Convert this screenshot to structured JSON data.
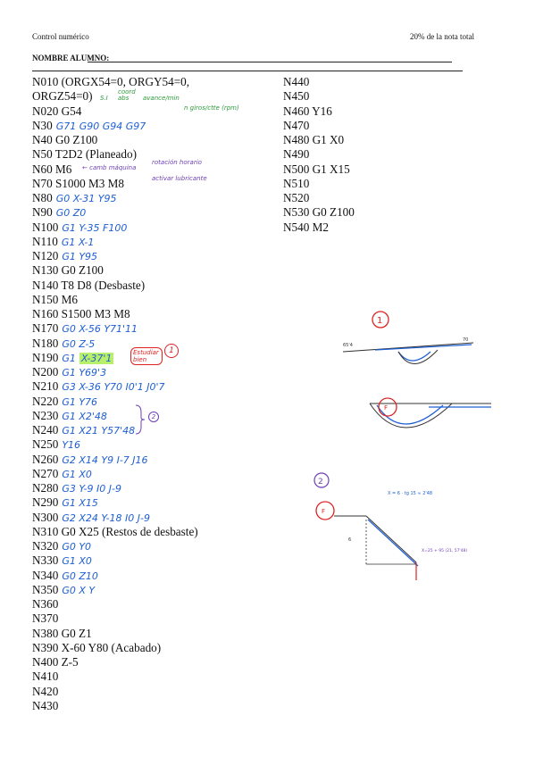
{
  "header": {
    "left": "Control numérico",
    "right": "20% de la nota total",
    "name_label": "NOMBRE ALUMNO:"
  },
  "program_left": [
    {
      "code": "N010 (ORGX54=0, ORGY54=0,",
      "hw": ""
    },
    {
      "code": "ORGZ54=0)",
      "hw": ""
    },
    {
      "code": "N020 G54",
      "hw": ""
    },
    {
      "code": "N30",
      "hw": "G71  G90  G94  G97"
    },
    {
      "code": "N40 G0 Z100",
      "hw": ""
    },
    {
      "code": "N50 T2D2 (Planeado)",
      "hw": ""
    },
    {
      "code": "N60 M6",
      "hw": ""
    },
    {
      "code": "N70 S1000 M3 M8",
      "hw": ""
    },
    {
      "code": "N80",
      "hw": "G0  X-31  Y95"
    },
    {
      "code": "N90",
      "hw": "G0  Z0"
    },
    {
      "code": "N100",
      "hw": "G1  Y-35    F100"
    },
    {
      "code": "N110",
      "hw": "G1  X-1"
    },
    {
      "code": "N120",
      "hw": "G1  Y95"
    },
    {
      "code": "N130 G0 Z100",
      "hw": ""
    },
    {
      "code": "N140 T8 D8 (Desbaste)",
      "hw": ""
    },
    {
      "code": "N150 M6",
      "hw": ""
    },
    {
      "code": "N160 S1500 M3 M8",
      "hw": ""
    },
    {
      "code": "N170",
      "hw": "G0  X-56  Y71'11"
    },
    {
      "code": "N180",
      "hw": "G0  Z-5"
    },
    {
      "code": "N190",
      "hw": "G1",
      "hl": "X-37'1"
    },
    {
      "code": "N200",
      "hw": "G1  Y69'3"
    },
    {
      "code": "N210",
      "hw": "G3  X-36  Y70  I0'1  J0'7"
    },
    {
      "code": "N220",
      "hw": "G1  Y76"
    },
    {
      "code": "N230",
      "hw": "G1  X2'48"
    },
    {
      "code": "N240",
      "hw": "G1  X21  Y57'48"
    },
    {
      "code": "N250",
      "hw": "Y16"
    },
    {
      "code": "N260",
      "hw": "G2  X14  Y9  I-7  J16"
    },
    {
      "code": "N270",
      "hw": "G1  X0"
    },
    {
      "code": "N280",
      "hw": "G3  Y-9   I0  J-9"
    },
    {
      "code": "N290",
      "hw": "G1  X15"
    },
    {
      "code": "N300",
      "hw": "G2  X24  Y-18  I0  J-9"
    },
    {
      "code": "N310 G0 X25 (Restos de desbaste)",
      "hw": ""
    },
    {
      "code": "N320",
      "hw": "G0  Y0"
    },
    {
      "code": "N330",
      "hw": "G1  X0"
    },
    {
      "code": "N340",
      "hw": "G0  Z10"
    },
    {
      "code": "N350",
      "hw": "G0  X    Y"
    },
    {
      "code": "N360",
      "hw": ""
    },
    {
      "code": "N370",
      "hw": ""
    },
    {
      "code": "N380 G0 Z1",
      "hw": ""
    },
    {
      "code": "N390 X-60 Y80 (Acabado)",
      "hw": ""
    },
    {
      "code": "N400 Z-5",
      "hw": ""
    },
    {
      "code": "N410",
      "hw": ""
    },
    {
      "code": "N420",
      "hw": ""
    },
    {
      "code": "N430",
      "hw": ""
    }
  ],
  "program_right": [
    "N440",
    "N450",
    "N460 Y16",
    "N470",
    "N480 G1 X0",
    "N490",
    "N500 G1 X15",
    "N510",
    "N520",
    "N530 G0 Z100",
    "N540 M2"
  ],
  "annotations": {
    "si": "S.I",
    "coord_abs": "coord abs",
    "avance": "avance/min",
    "rpm": "n giros/ctte (rpm)",
    "cambio_maquina": "← camb máquina",
    "rotacion": "rotación horario",
    "lubricante": "activar lubricante",
    "estudiar": "Estudiar bien",
    "mark1": "1",
    "mark2": "2"
  },
  "sketches": {
    "s1_label": "1",
    "s2_label": "2",
    "f_label": "F",
    "sketch1_text_left": "65'4",
    "sketch1_text_right": "70",
    "sketch3_formula": "X = 6 · tg 15 ≈ 2'48",
    "sketch3_corner": "X=25 + 95  (21, 57'48)",
    "sketch3_dim": "6"
  }
}
